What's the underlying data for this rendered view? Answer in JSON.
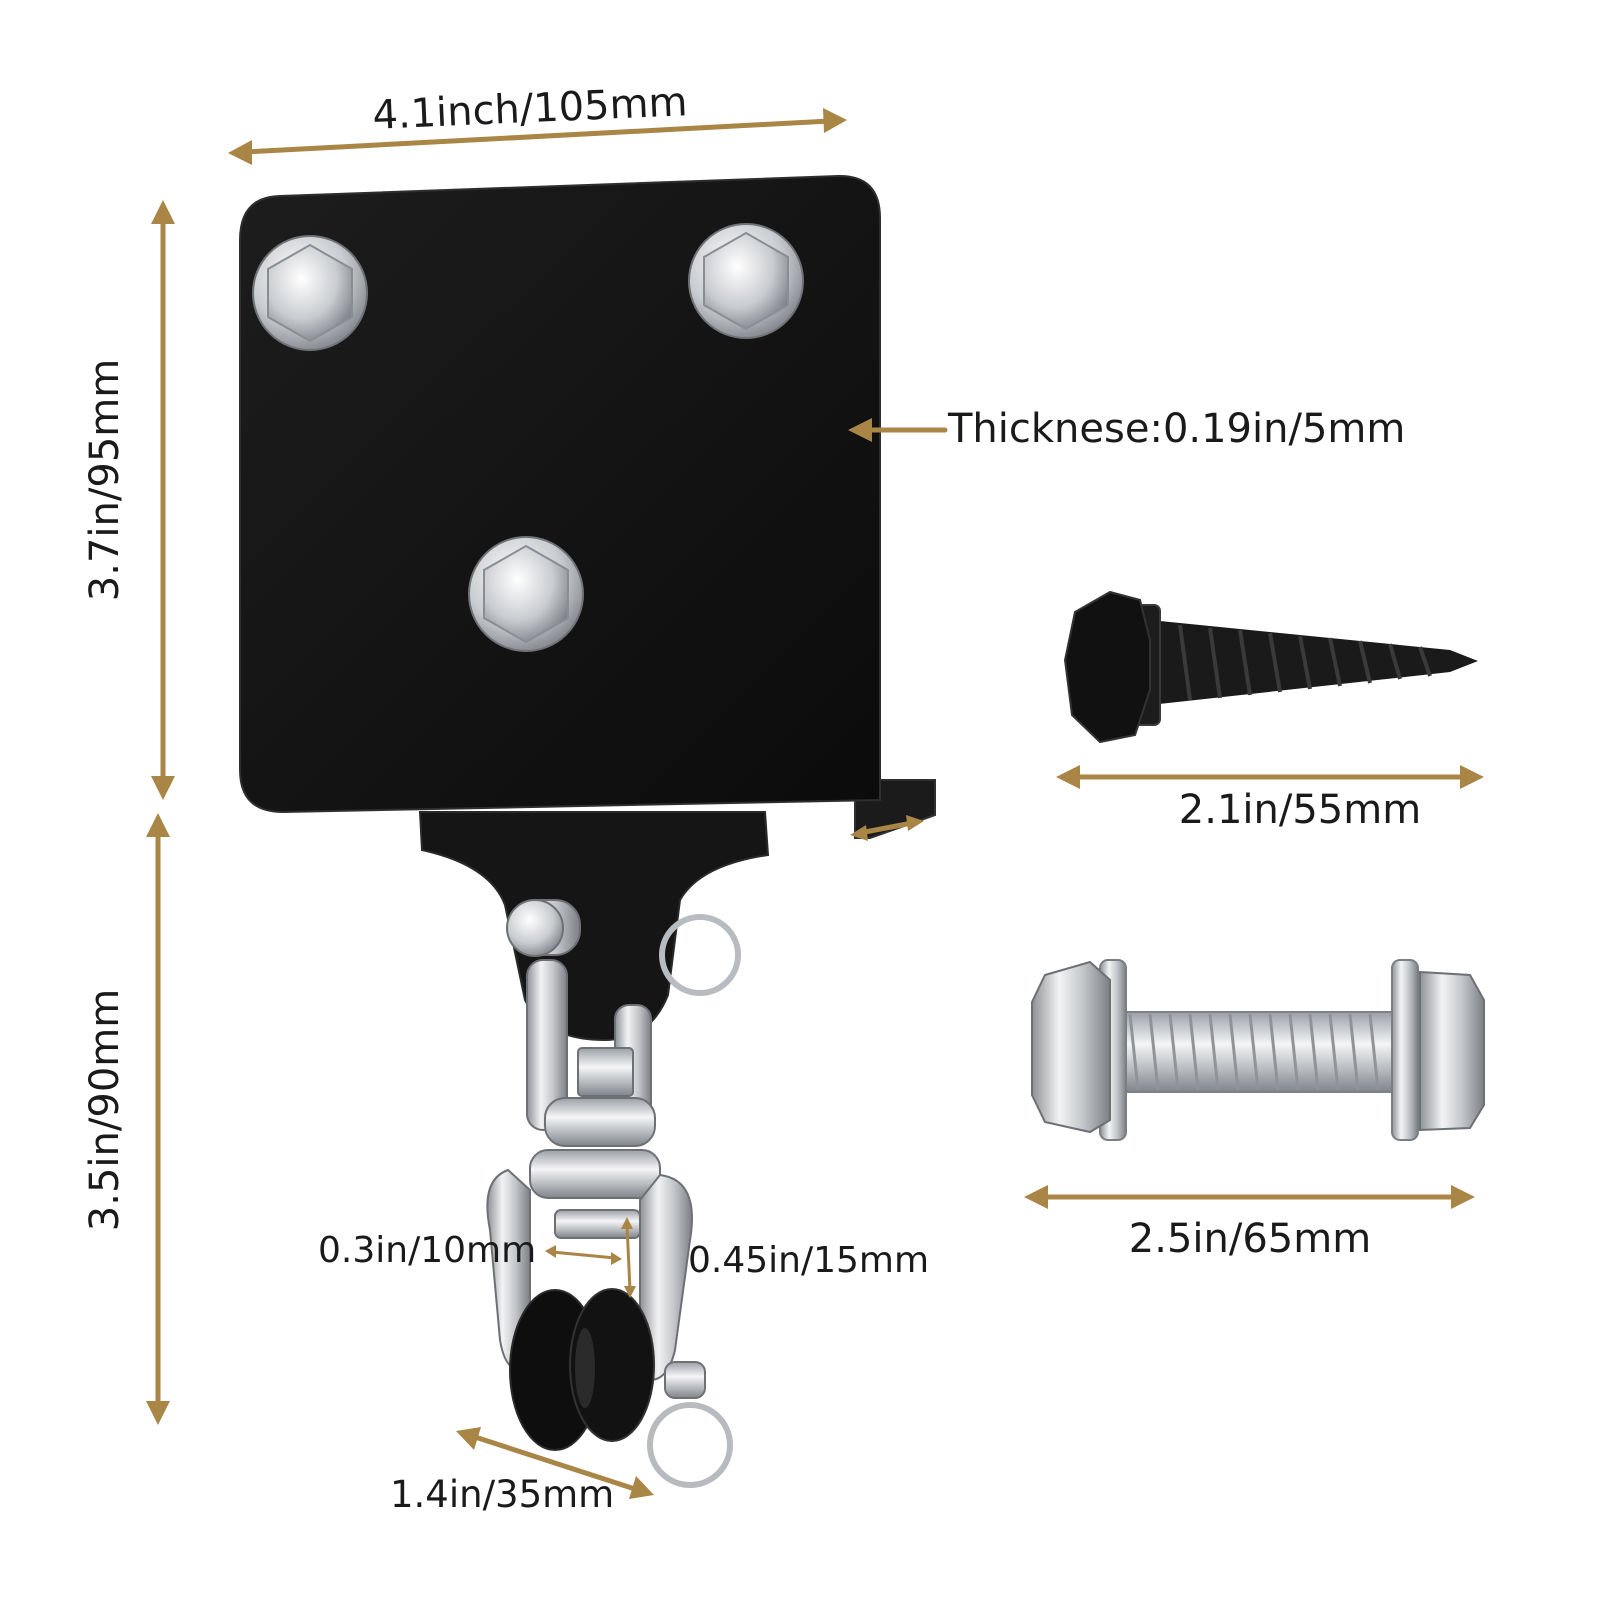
{
  "colors": {
    "background": "#ffffff",
    "arrow": "#a98546",
    "plate": "#141414",
    "steel": "#c7c9cc",
    "text": "#1a1a1a"
  },
  "labels": {
    "plate_width": "4.1inch/105mm",
    "plate_height": "3.7in/95mm",
    "thickness": "Thicknese:0.19in/5mm",
    "swivel_height": "3.5in/90mm",
    "pin_width": "0.3in/10mm",
    "pin_gap": "0.45in/15mm",
    "roller_width": "1.4in/35mm",
    "lag_screw_length": "2.1in/55mm",
    "bolt_length": "2.5in/65mm"
  },
  "objects": {
    "bracket": "swing-hanger-bracket",
    "lag_screw": "black-hex-lag-screw",
    "bolt": "hex-bolt-with-nut"
  }
}
